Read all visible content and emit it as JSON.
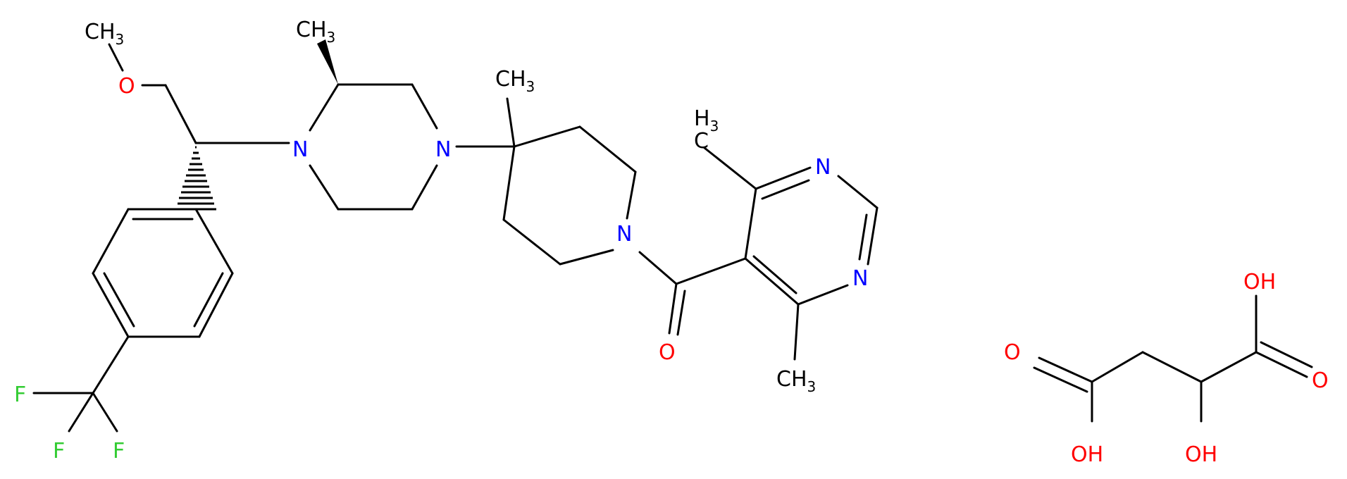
{
  "molecule": {
    "atoms": {
      "methoxy_ch3": {
        "text": "CH",
        "sub": "3",
        "color": "#000000"
      },
      "ether_o": {
        "text": "O",
        "color": "#ff0000"
      },
      "pz_methyl": {
        "text": "CH",
        "sub": "3",
        "color": "#000000"
      },
      "pz_n1": {
        "text": "N",
        "color": "#0000ff"
      },
      "pz_n4": {
        "text": "N",
        "color": "#0000ff"
      },
      "pip_methyl": {
        "text": "CH",
        "sub": "3",
        "color": "#000000"
      },
      "pip_n": {
        "text": "N",
        "color": "#0000ff"
      },
      "carbonyl_o": {
        "text": "O",
        "color": "#ff0000"
      },
      "pyr_methyl_top": {
        "text": "H",
        "sub": "3",
        "tail": "C",
        "color": "#000000"
      },
      "pyr_n1": {
        "text": "N",
        "color": "#0000ff"
      },
      "pyr_n3": {
        "text": "N",
        "color": "#0000ff"
      },
      "pyr_methyl_bottom": {
        "text": "CH",
        "sub": "3",
        "color": "#000000"
      },
      "f1": {
        "text": "F",
        "color": "#33cc33"
      },
      "f2": {
        "text": "F",
        "color": "#33cc33"
      },
      "f3": {
        "text": "F",
        "color": "#33cc33"
      }
    }
  },
  "counterion": {
    "atoms": {
      "oh_top": {
        "text": "OH",
        "color": "#ff0000"
      },
      "o_left": {
        "text": "O",
        "color": "#ff0000"
      },
      "o_right": {
        "text": "O",
        "color": "#ff0000"
      },
      "oh_bottom_left": {
        "text": "OH",
        "color": "#ff0000"
      },
      "oh_bottom_mid": {
        "text": "OH",
        "color": "#ff0000"
      }
    }
  },
  "colors": {
    "bond": "#000000",
    "carbon": "#000000",
    "oxygen": "#ff0000",
    "nitrogen": "#0000ff",
    "fluorine": "#33cc33"
  }
}
